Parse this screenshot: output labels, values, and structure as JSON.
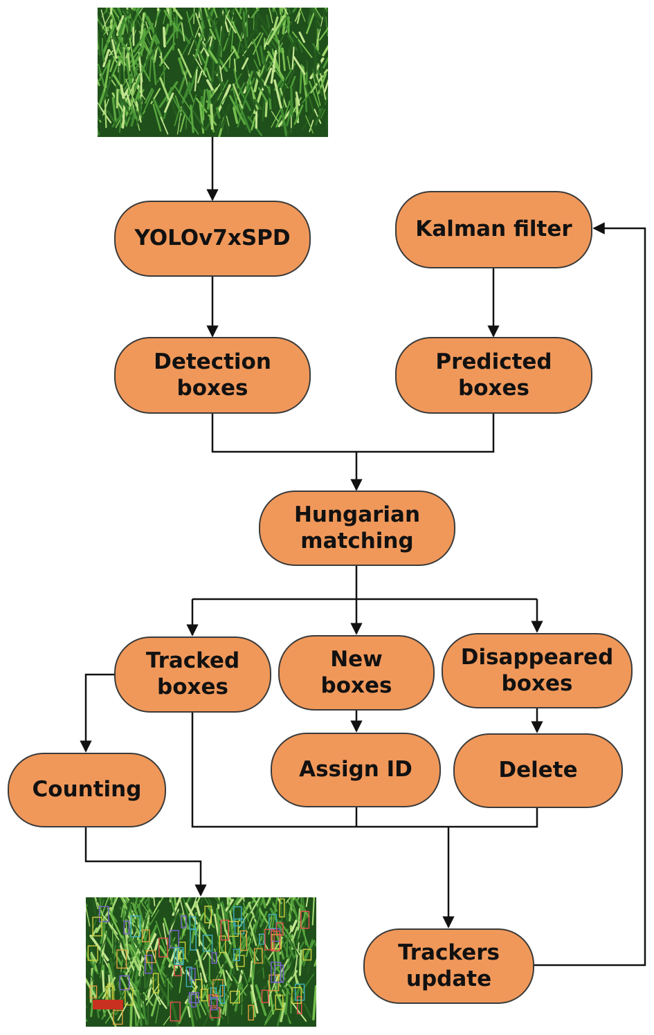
{
  "nodes": {
    "yolo": "YOLOv7xSPD",
    "kalman": "Kalman filter",
    "detection": "Detection\nboxes",
    "predicted": "Predicted\nboxes",
    "hungarian": "Hungarian\nmatching",
    "tracked": "Tracked\nboxes",
    "new": "New\nboxes",
    "disappeared": "Disappeared\nboxes",
    "counting": "Counting",
    "assign": "Assign ID",
    "delete": "Delete",
    "trackers": "Trackers\nupdate"
  },
  "colors": {
    "node_fill": "#F0985A",
    "node_border": "#3a3a3a",
    "wire": "#111111",
    "field_dark": "#1f4f1a",
    "leaf_light": "#8fcf5e",
    "bbox_marks": [
      "#e0a040",
      "#7a5fd0",
      "#e85050",
      "#40b0c0",
      "#d0d040"
    ]
  },
  "output_photo_caption": "—"
}
